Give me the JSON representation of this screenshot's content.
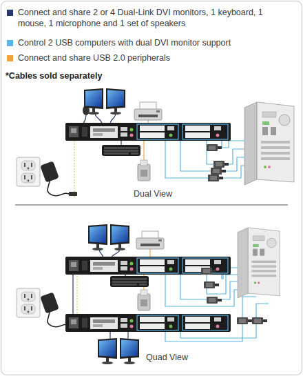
{
  "diagram": {
    "labels": [
      "*Cables sold separately",
      "Dual View",
      "Quad View"
    ],
    "legend": [
      {
        "text": "Connect and share 2 or 4 Dual-Link DVI monitors, 1 keyboard, 1 mouse, 1 microphone and 1 set of speakers",
        "color": "#253a6e"
      },
      {
        "text": "Control 2 USB computers with dual DVI monitor support",
        "color": "#5ab4e5"
      },
      {
        "text": "Connect and share USB 2.0 peripherals",
        "color": "#f4a23c"
      }
    ]
  }
}
